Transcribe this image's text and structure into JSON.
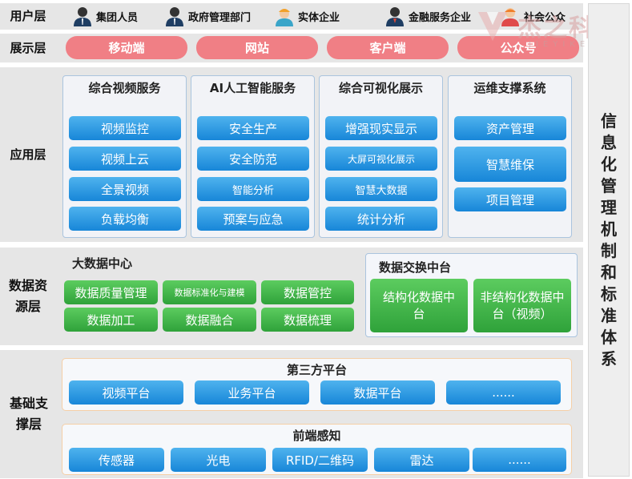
{
  "layers": {
    "user": "用户层",
    "display": "展示层",
    "app": "应用层",
    "data": "数据资源层",
    "base": "基础支撑层"
  },
  "users": [
    "集团人员",
    "政府管理部门",
    "实体企业",
    "金融服务企业",
    "社会公众"
  ],
  "display_items": [
    "移动端",
    "网站",
    "客户端",
    "公众号"
  ],
  "watermark": {
    "cn": "杰之科技",
    "en": "JIEYIKEJI"
  },
  "app_columns": [
    {
      "title": "综合视频服务",
      "items": [
        "视频监控",
        "视频上云",
        "全景视频",
        "负载均衡"
      ]
    },
    {
      "title": "AI人工智能服务",
      "items": [
        "安全生产",
        "安全防范",
        "智能分析",
        "预案与应急"
      ]
    },
    {
      "title": "综合可视化展示",
      "items": [
        "增强现实显示",
        "大屏可视化展示",
        "智慧大数据",
        "统计分析"
      ]
    },
    {
      "title": "运维支撑系统",
      "items": [
        "资产管理",
        "智慧维保",
        "项目管理"
      ]
    }
  ],
  "big_data": {
    "title": "大数据中心",
    "items": [
      "数据质量管理",
      "数据标准化与建模",
      "数据管控",
      "数据加工",
      "数据融合",
      "数据梳理"
    ]
  },
  "exchange": {
    "title": "数据交换中台",
    "items": [
      "结构化数据中台",
      "非结构化数据中台（视频）"
    ]
  },
  "third_party": {
    "title": "第三方平台",
    "items": [
      "视频平台",
      "业务平台",
      "数据平台",
      "......"
    ]
  },
  "front_end": {
    "title": "前端感知",
    "items": [
      "传感器",
      "光电",
      "RFID/二维码",
      "雷达",
      "......"
    ]
  },
  "side_title": "信息化管理机制和标准体系",
  "colors": {
    "pill": "#f07f85",
    "blue_button": "#1786d8",
    "green_button": "#2fa23a"
  }
}
